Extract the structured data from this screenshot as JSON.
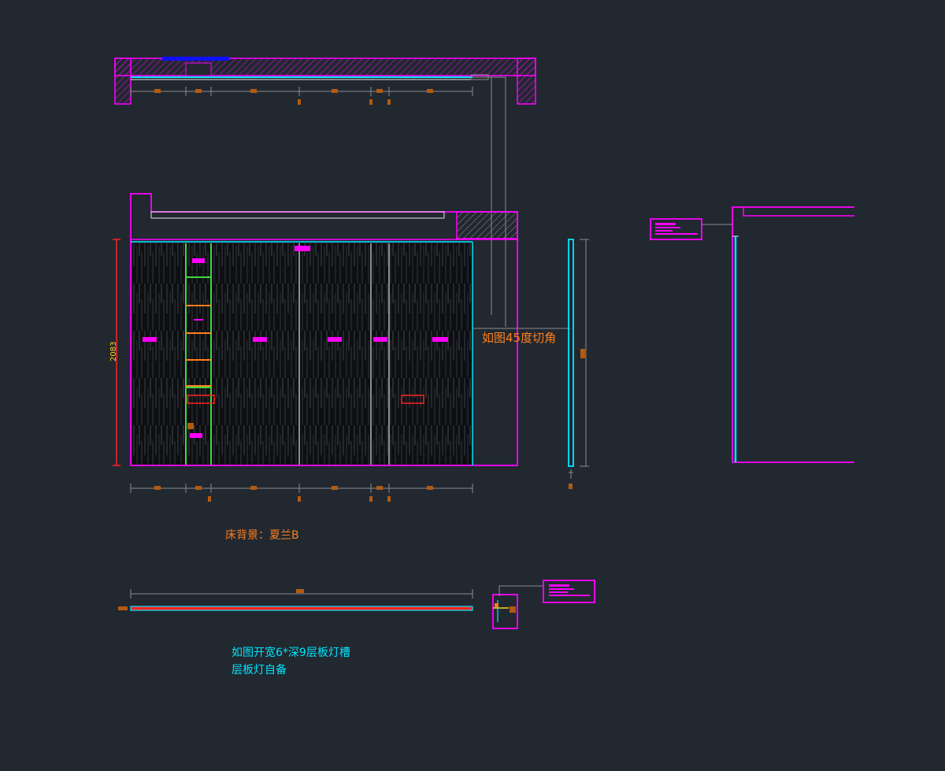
{
  "colors": {
    "background": "#212830",
    "magenta": "#ff00ff",
    "cyan": "#00e5ff",
    "green": "#3fd93f",
    "orange": "#ff7f1e",
    "red": "#ff2020",
    "blue": "#1010ff",
    "white": "#e8e8e8",
    "gray": "#8c8c8c",
    "brown": "#b35a10",
    "dark_panel": "#0d0f12"
  },
  "annotations": {
    "miter_note": "如图45度切角",
    "bed_background_note": "床背景：夏兰B",
    "height_dimension": "2083",
    "shelf_note_line1": "如图开宽6*深9层板灯槽",
    "shelf_note_line2": "层板灯自备"
  }
}
